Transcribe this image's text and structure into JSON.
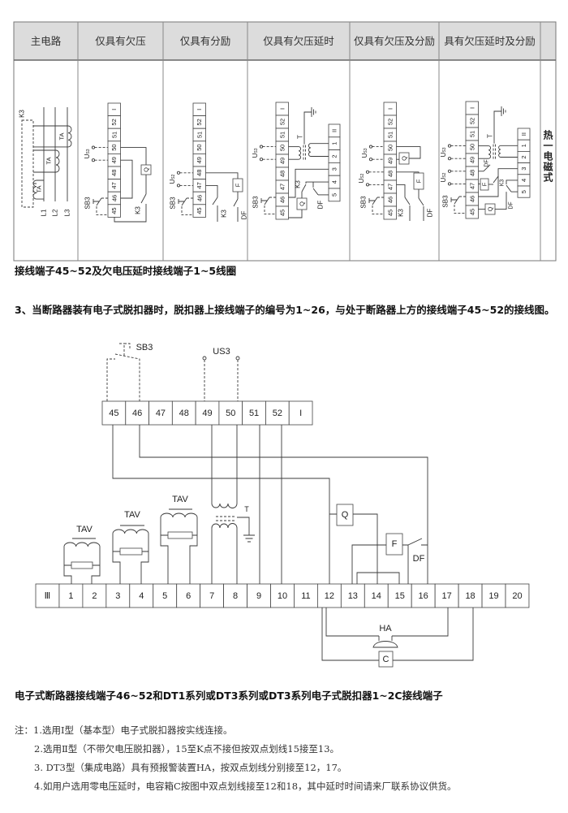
{
  "table": {
    "headers": [
      "主电路",
      "仅具有欠压",
      "仅具有分励",
      "仅具有欠压延时",
      "仅具有欠压及分励",
      "具有欠压延时及分励"
    ],
    "side_label": "热一电磁式"
  },
  "table_diagrams": {
    "upper_terminals": [
      "45",
      "46",
      "47",
      "48",
      "49",
      "50",
      "51",
      "52",
      "I"
    ],
    "aux_terminals": [
      "5",
      "4",
      "3",
      "2",
      "1",
      "II"
    ],
    "labels": {
      "k3": "K3",
      "ta": "TA",
      "l1": "L1",
      "l2": "L2",
      "l3": "L3",
      "sb3": "SB3",
      "q": "Q",
      "f": "F",
      "df": "DF",
      "t": "T",
      "u_s3": {
        "main": "U",
        "sub": "S3"
      },
      "u_s2": {
        "main": "U",
        "sub": "S2"
      }
    }
  },
  "caption_1": "接线端子45~52及欠电压延时接线端子1~5线圈",
  "section_3_heading": "3、当断路器装有电子式脱扣器时，脱扣器上接线端子的编号为1~26，与处于断路器上方的接线端子45~52的接线图。",
  "wiring_diagram": {
    "top_terminals": [
      "45",
      "46",
      "47",
      "48",
      "49",
      "50",
      "51",
      "52",
      "I"
    ],
    "bottom_terminals": [
      "Ⅲ",
      "1",
      "2",
      "3",
      "4",
      "5",
      "6",
      "7",
      "8",
      "9",
      "10",
      "11",
      "12",
      "13",
      "14",
      "15",
      "16",
      "17",
      "18",
      "19",
      "20"
    ],
    "labels": {
      "sb3": "SB3",
      "us3": "US3",
      "tav": "TAV",
      "t": "T",
      "q": "Q",
      "f": "F",
      "df": "DF",
      "ha": "HA",
      "c": "C"
    }
  },
  "caption_2": "电子式断路器接线端子46~52和DT1系列或DT3系列或DT3系列电子式脱扣器1~2C接线端子",
  "notes": [
    "注：1.选用Ⅰ型（基本型）电子式脱扣器按实线连接。",
    "2.选用Ⅱ型（不带欠电压脱扣器），15至K点不接但按双点划线15接至13。",
    "3. DT3型（集成电路）具有预报警装置HA，按双点划线分别接至12，17。",
    "4.如用户选用零电压延时，电容箱C按图中双点划线接至12和18，其中延时时间请来厂联系协议供货。"
  ]
}
